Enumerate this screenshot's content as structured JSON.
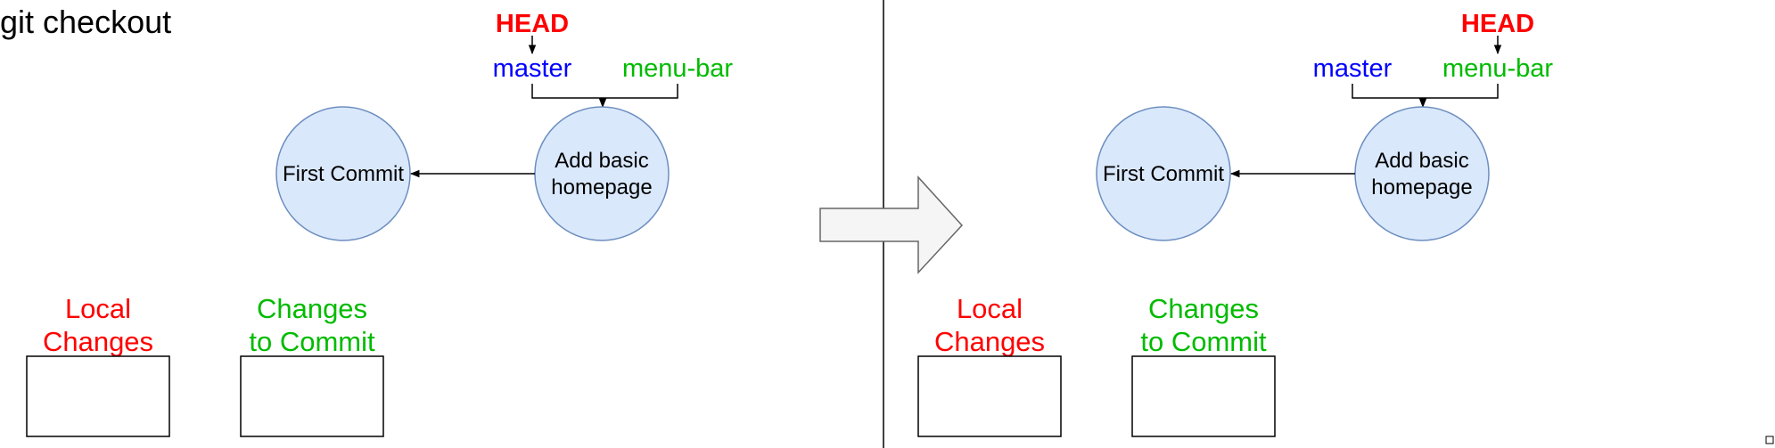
{
  "title": "git checkout",
  "colors": {
    "head": "#ff0000",
    "master": "#0000ff",
    "menu_bar": "#00bb00",
    "local_changes": "#ff0000",
    "changes_to_commit": "#00bb00",
    "commit_fill": "#dae8fc",
    "commit_stroke": "#6c8ebf",
    "arrow_fill": "#f5f5f5",
    "arrow_stroke": "#666666"
  },
  "before": {
    "head_label": "HEAD",
    "head_points_to": "master",
    "branches": {
      "master": "master",
      "menu_bar": "menu-bar"
    },
    "commits": {
      "first": {
        "label": "First Commit"
      },
      "second": {
        "line1": "Add basic",
        "line2": "homepage"
      }
    },
    "areas": {
      "local": {
        "line1": "Local",
        "line2": "Changes"
      },
      "staged": {
        "line1": "Changes",
        "line2": "to Commit"
      }
    }
  },
  "after": {
    "head_label": "HEAD",
    "head_points_to": "menu-bar",
    "branches": {
      "master": "master",
      "menu_bar": "menu-bar"
    },
    "commits": {
      "first": {
        "label": "First Commit"
      },
      "second": {
        "line1": "Add basic",
        "line2": "homepage"
      }
    },
    "areas": {
      "local": {
        "line1": "Local",
        "line2": "Changes"
      },
      "staged": {
        "line1": "Changes",
        "line2": "to Commit"
      }
    }
  },
  "transition_arrow": "right-arrow-icon"
}
